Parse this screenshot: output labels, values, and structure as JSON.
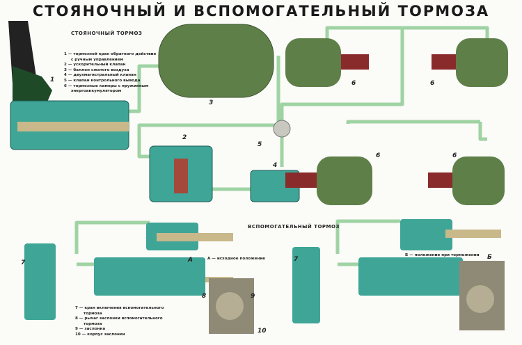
{
  "title": "СТОЯНОЧНЫЙ И ВСПОМОГАТЕЛЬНЫЙ ТОРМОЗА",
  "parking": {
    "heading": "СТОЯНОЧНЫЙ ТОРМОЗ",
    "legend": [
      "1 — тормозной кран обратного действия",
      "с ручным управлением",
      "2 — ускорительный клапан",
      "3 — баллон сжатого воздуха",
      "4 — двухмагистральный клапан",
      "5 — клапан контрольного вывода",
      "6 — тормозные камеры с пружинным",
      "энергоаккумулятором"
    ]
  },
  "auxiliary": {
    "heading": "ВСПОМОГАТЕЛЬНЫЙ ТОРМОЗ",
    "legend": [
      "7 — кран включения вспомогательного",
      "тормоза",
      "8 — рычаг заслонки вспомогательного",
      "тормоза",
      "9 — заслонка",
      "10 — корпус заслонки"
    ],
    "state_a": "А — исходное положение",
    "state_b": "Б — положение при торможении"
  },
  "callouts": [
    "1",
    "2",
    "3",
    "4",
    "5",
    "6",
    "6",
    "6",
    "6",
    "7",
    "7",
    "8",
    "9",
    "10",
    "А",
    "Б"
  ],
  "colors": {
    "pipe": "#9fd3a4",
    "tank": "#5f7f48",
    "component": "#3fa597",
    "bellows": "#8a2b2b",
    "lever": "#c8b88a"
  }
}
